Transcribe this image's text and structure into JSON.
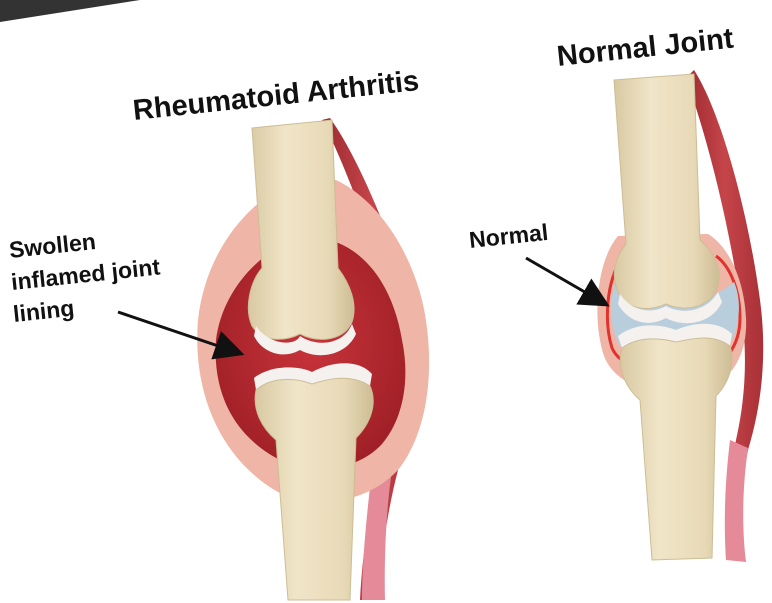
{
  "titles": {
    "left": "Rheumatoid Arthritis",
    "right": "Normal Joint"
  },
  "labels": {
    "swollen_line1": "Swollen",
    "swollen_line2": "inflamed joint",
    "swollen_line3": "lining",
    "normal": "Normal"
  },
  "colors": {
    "bone": "#ecdfbf",
    "bone_shadow": "#cdbd95",
    "cartilage": "#f4f1ee",
    "inflamed_lining": "#b3292f",
    "capsule": "#efb5a6",
    "muscle": "#b8383d",
    "synovial_fluid": "#b9cedd",
    "normal_lining": "#e0322e",
    "arrow": "#111111"
  }
}
